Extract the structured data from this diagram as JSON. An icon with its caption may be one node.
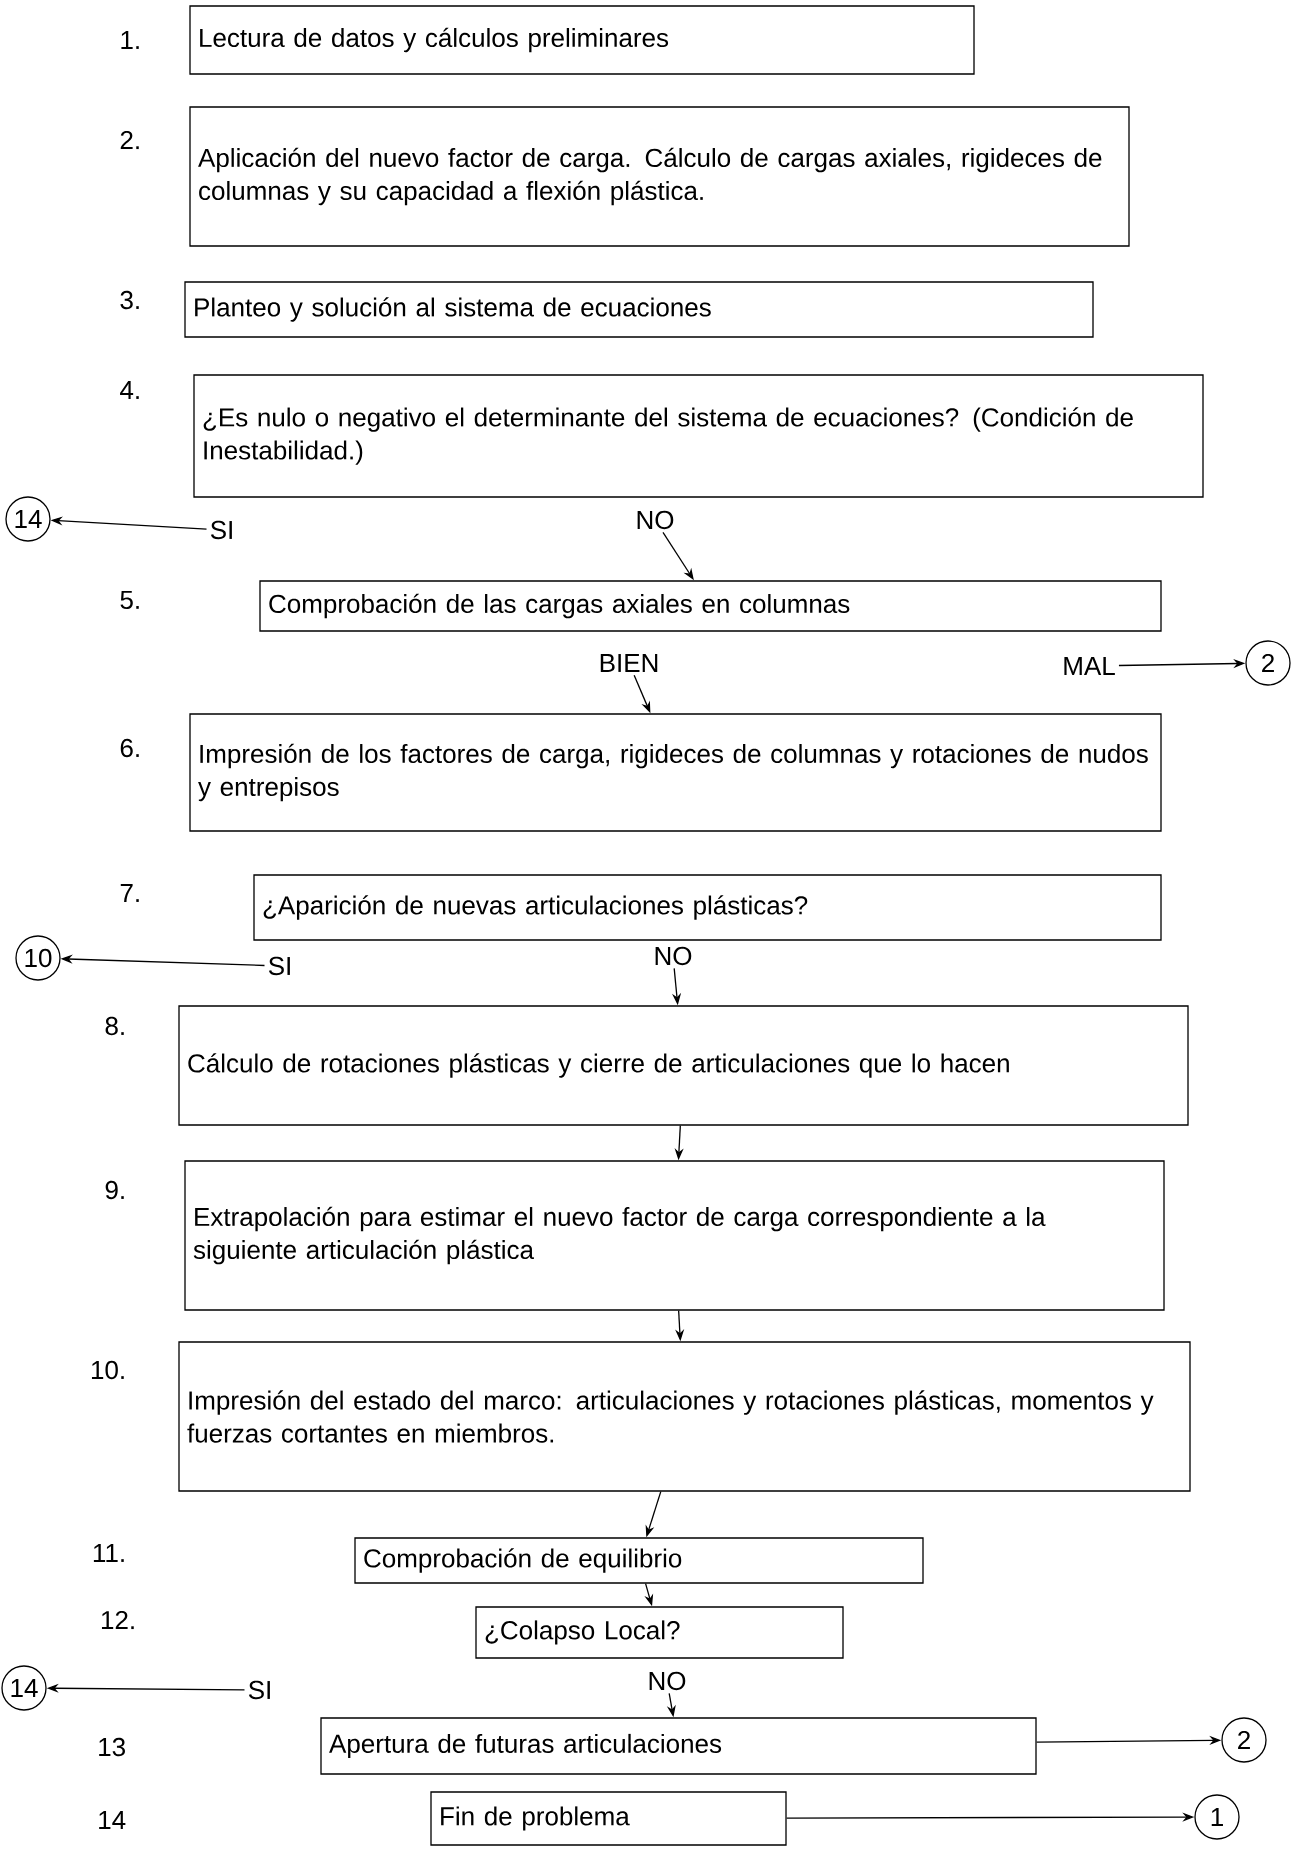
{
  "diagram": {
    "nodes": [
      {
        "text": [
          "Lectura de datos y cálculos preliminares"
        ]
      },
      {
        "text": [
          "Aplicación del nuevo factor de carga. Cálculo de cargas axiales, rigideces de columnas y su capacidad a flexión plástica."
        ]
      },
      {
        "text": [
          "Planteo y solución al sistema de ecuaciones"
        ]
      },
      {
        "text": [
          "¿Es nulo o negativo el determinante del sistema de ecuaciones? (Condición de Inestabilidad.)"
        ]
      },
      {
        "text": [
          "14"
        ]
      },
      {
        "text": [
          "SI"
        ]
      },
      {
        "text": [
          "NO"
        ]
      },
      {
        "text": [
          "Comprobación de las cargas axiales en columnas"
        ]
      },
      {
        "text": [
          "BIEN"
        ]
      },
      {
        "text": [
          "MAL"
        ]
      },
      {
        "text": [
          "2"
        ]
      },
      {
        "text": [
          "Impresión de los factores de carga, rigideces de columnas y rotaciones de nudos y entrepisos"
        ]
      },
      {
        "text": [
          "¿Aparición de nuevas articulaciones plásticas?"
        ]
      },
      {
        "text": [
          "10"
        ]
      },
      {
        "text": [
          "SI"
        ]
      },
      {
        "text": [
          "NO"
        ]
      },
      {
        "text": [
          "Cálculo de rotaciones plásticas y cierre de articulaciones que lo hacen"
        ]
      },
      {
        "text": [
          "Extrapolación para estimar el nuevo factor de carga correspondiente a la siguiente articulación plástica"
        ]
      },
      {
        "text": [
          "Impresión del estado del marco: articulaciones y rotaciones plásticas, momentos y fuerzas cortantes en miembros."
        ]
      },
      {
        "text": [
          "Comprobación de equilibrio"
        ]
      },
      {
        "text": [
          "¿Colapso Local?"
        ]
      },
      {
        "text": [
          "14"
        ]
      },
      {
        "text": [
          "SI"
        ]
      },
      {
        "text": [
          "NO"
        ]
      },
      {
        "text": [
          "Apertura de futuras articulaciones"
        ]
      },
      {
        "text": [
          "2"
        ]
      },
      {
        "text": [
          "Fin de problema"
        ]
      },
      {
        "text": [
          "1"
        ]
      }
    ],
    "edges": [
      {
        "from": 5,
        "to": 4,
        "arrow": "to"
      },
      {
        "from": 6,
        "to": 7,
        "arrow": "to"
      },
      {
        "from": 8,
        "to": 11,
        "arrow": "to"
      },
      {
        "from": 9,
        "to": 10,
        "arrow": "to"
      },
      {
        "from": 14,
        "to": 13,
        "arrow": "to"
      },
      {
        "from": 15,
        "to": 16,
        "arrow": "to"
      },
      {
        "from": 16,
        "to": 17,
        "arrow": "to"
      },
      {
        "from": 17,
        "to": 18,
        "arrow": "to"
      },
      {
        "from": 18,
        "to": 19,
        "arrow": "to"
      },
      {
        "from": 19,
        "to": 20,
        "arrow": "to"
      },
      {
        "from": 22,
        "to": 21,
        "arrow": "to"
      },
      {
        "from": 23,
        "to": 24,
        "arrow": "to"
      },
      {
        "from": 24,
        "to": 25,
        "arrow": "to"
      },
      {
        "from": 26,
        "to": 27,
        "arrow": "to"
      }
    ],
    "labels": [
      "1.",
      "2.",
      "3.",
      "4.",
      "5.",
      "6.",
      "7.",
      "8.",
      "9.",
      "10.",
      "11.",
      "12.",
      "13",
      "14"
    ]
  }
}
